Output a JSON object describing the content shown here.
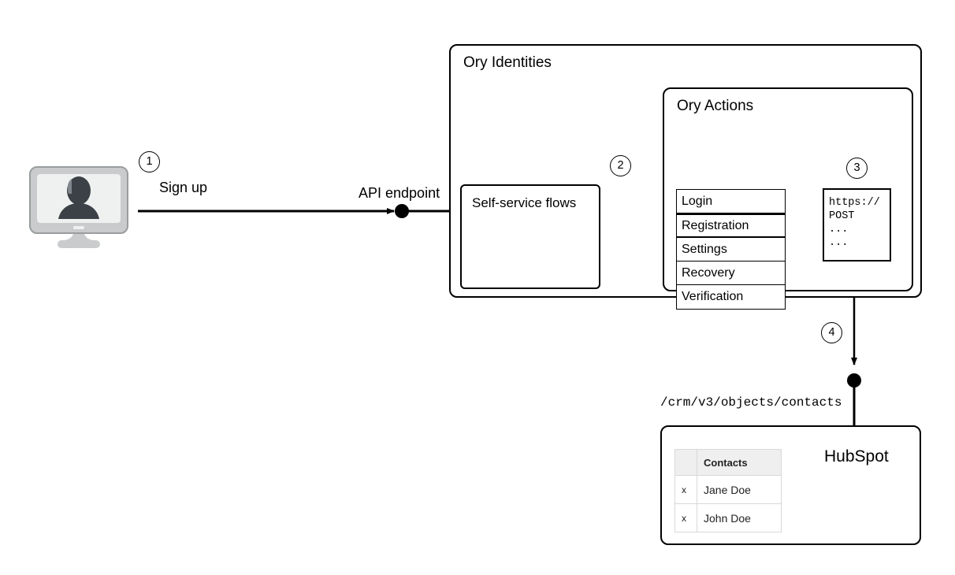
{
  "diagram": {
    "title": "Ory Identities to HubSpot webhook flow",
    "background": "#ffffff",
    "line_color": "#000000"
  },
  "actor": {
    "icon_name": "user-monitor-icon",
    "frame_color": "#c9cbcc",
    "screen_color": "#eff0f0",
    "person_color": "#3b4146"
  },
  "labels": {
    "sign_up": "Sign up",
    "api_endpoint": "API endpoint",
    "crm_path": "/crm/v3/objects/contacts"
  },
  "steps": [
    {
      "number": "1"
    },
    {
      "number": "2"
    },
    {
      "number": "3"
    },
    {
      "number": "4"
    }
  ],
  "ory_identities": {
    "title": "Ory Identities",
    "self_service": {
      "title": "Self-service flows"
    },
    "ory_actions": {
      "title": "Ory Actions",
      "flows": [
        {
          "label": "Login",
          "highlighted": false
        },
        {
          "label": "Registration",
          "highlighted": true
        },
        {
          "label": "Settings",
          "highlighted": false
        },
        {
          "label": "Recovery",
          "highlighted": false
        },
        {
          "label": "Verification",
          "highlighted": false
        }
      ],
      "webhook": {
        "name": "webhook-config",
        "lines": "https://\nPOST\n...\n..."
      }
    }
  },
  "hubspot": {
    "title": "HubSpot",
    "table": {
      "header_bg": "#efefef",
      "columns": [
        "",
        "Contacts"
      ],
      "rows": [
        {
          "key": "x",
          "value": "Jane Doe"
        },
        {
          "key": "x",
          "value": "John Doe"
        }
      ]
    }
  }
}
